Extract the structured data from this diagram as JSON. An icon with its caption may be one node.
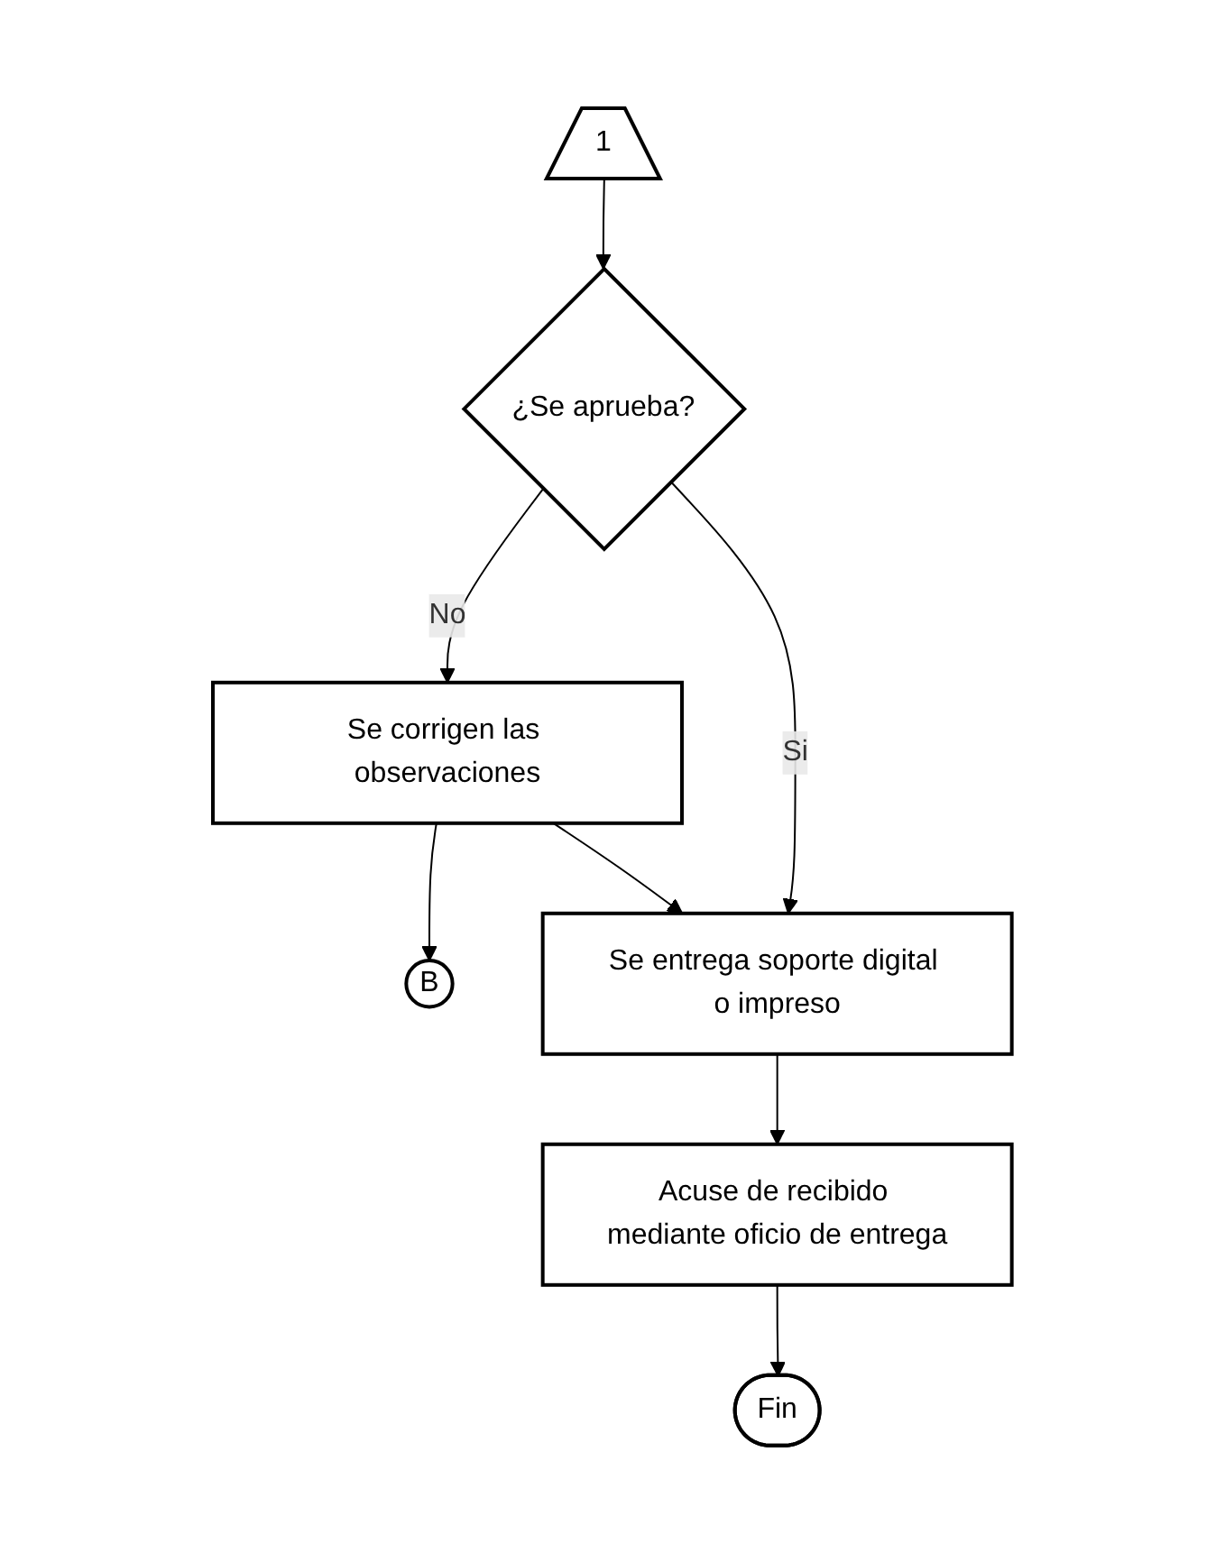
{
  "diagram": {
    "nodes": [
      {
        "text": [
          "1"
        ]
      },
      {
        "text": [
          "¿Se aprueba?"
        ]
      },
      {
        "text": [
          "Se corrigen las observaciones"
        ]
      },
      {
        "text": [
          "B"
        ]
      },
      {
        "text": [
          "Se entrega soporte digital o impreso"
        ]
      },
      {
        "text": [
          "Acuse de recibido mediante oficio de entrega"
        ]
      },
      {
        "text": [
          "Fin"
        ]
      }
    ],
    "edges": [
      {
        "from": 0,
        "to": 1,
        "arrow": "to"
      },
      {
        "from": 1,
        "to": 2,
        "label": "No",
        "arrow": "to"
      },
      {
        "from": 2,
        "to": 3,
        "arrow": "to"
      },
      {
        "from": 1,
        "to": 4,
        "label": "Si",
        "arrow": "to"
      },
      {
        "from": 2,
        "to": 4,
        "arrow": "to"
      },
      {
        "from": 4,
        "to": 5,
        "arrow": "to"
      },
      {
        "from": 5,
        "to": 6,
        "arrow": "to"
      }
    ]
  }
}
